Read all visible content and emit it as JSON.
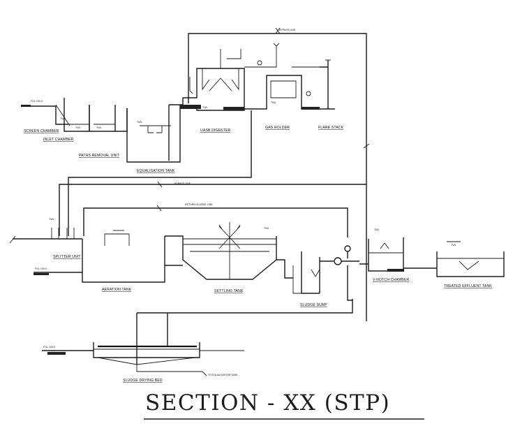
{
  "title": "SECTION - XX (STP)",
  "labels": {
    "screen_chamber": "SCREEN CHAMBER",
    "inlet_chamber": "INLET CHAMBER",
    "grit_removal": "PATHS REMOVAL UNIT",
    "equalization_tank": "EQUALISATION TANK",
    "uasb_digester": "UASB DIGESTER",
    "gas_holder": "GAS HOLDER",
    "flare_stack": "FLARE STACK",
    "splitter_unit": "SPLITTER UNIT",
    "aeration_tank": "AERATION TANK",
    "settling_tank": "SETTLING TANK",
    "sludge_sump": "SLUDGE SUMP",
    "v_notch_chamber": "V-NOTCH CHAMBER",
    "treated_effluent_tank": "TREATED EFFLUENT TANK",
    "sludge_drying_bed": "SLUDGE DRYING BED",
    "to_equalization_tank": "TO EQUALISATION TANK",
    "bypass_line_top": "BYPASS LINE",
    "bypass_line_mid": "BYPASS LINE",
    "return_sludge_line": "RETURN SLUDGE LINE"
  },
  "levels": {
    "fgl_screen": "FGL 100.0",
    "fgl_aeration": "FGL 100.0",
    "fgl_drying": "FGL 100.0",
    "twl_a": "TWL",
    "twl_b": "TWL",
    "twl_c": "TWL",
    "twl_d": "TWL",
    "twl_e": "TWL",
    "twl_f": "TWL",
    "twl_g": "TWL"
  }
}
